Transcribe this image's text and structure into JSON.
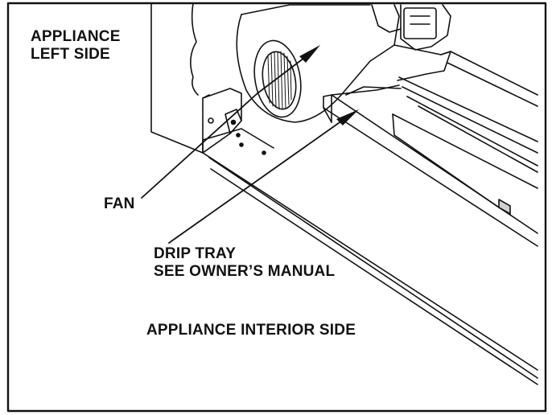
{
  "labels": {
    "appliance_left_side": [
      "APPLIANCE",
      "LEFT SIDE"
    ],
    "fan": "FAN",
    "drip_tray": [
      "DRIP TRAY",
      "SEE OWNER’S MANUAL"
    ],
    "appliance_interior_side": "APPLIANCE INTERIOR SIDE"
  },
  "colors": {
    "line": "#111111",
    "fill": "#ffffff",
    "shade": "#cfcfcf"
  }
}
